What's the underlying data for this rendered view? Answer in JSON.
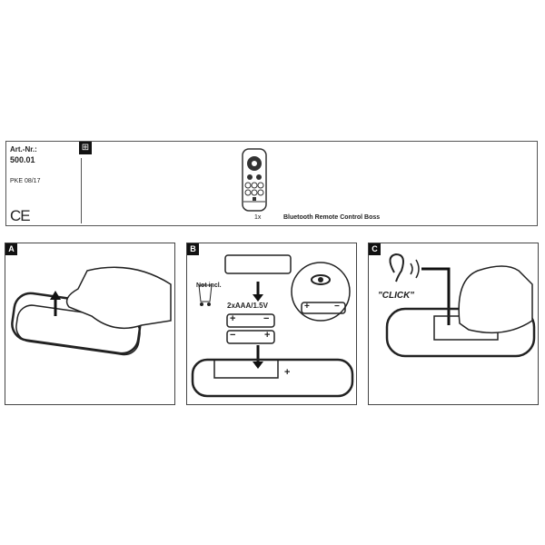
{
  "header": {
    "art_label": "Art.-Nr.:",
    "art_number": "500.01",
    "date_code": "PKE 08/17",
    "ce_mark": "CE",
    "quantity": "1x",
    "product_name": "Bluetooth Remote Control Boss",
    "package_icon": "package-contents-icon"
  },
  "panels": [
    {
      "label": "A"
    },
    {
      "label": "B",
      "not_included": "Not incl.",
      "battery_spec": "2xAAA/1.5V",
      "plus": "+",
      "minus": "−"
    },
    {
      "label": "C",
      "click_text": "\"CLICK\""
    }
  ]
}
